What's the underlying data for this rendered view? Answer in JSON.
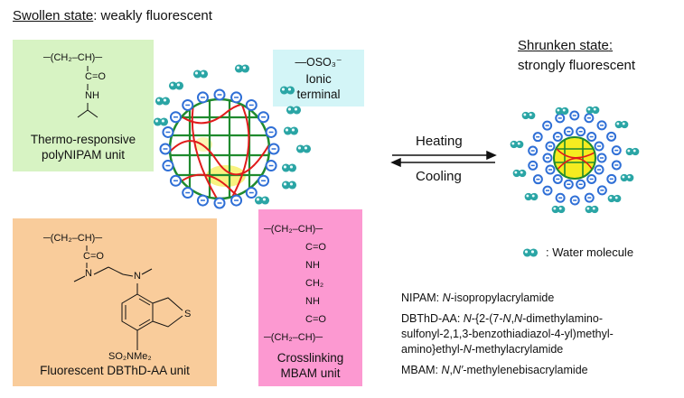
{
  "swollen": {
    "title_underlined": "Swollen state",
    "title_rest": ": weakly fluorescent"
  },
  "shrunken": {
    "title_line1": "Shrunken state",
    "title_colon": ":",
    "title_line2": "strongly fluorescent"
  },
  "nipam_box": {
    "label_line1": "Thermo-responsive",
    "label_line2": "polyNIPAM unit",
    "color": "#d7f3c3",
    "chem": {
      "backbone": "CH₂–CH",
      "carbonyl": "C=O",
      "nh": "NH"
    }
  },
  "ionic_box": {
    "formula": "—OSO₃⁻",
    "label_line1": "Ionic",
    "label_line2": "terminal",
    "color": "#d3f5f7"
  },
  "dbthd_box": {
    "label": "Fluorescent DBThD-AA unit",
    "color": "#f9cc9b",
    "chem": {
      "backbone": "CH₂–CH",
      "carbonyl": "C=O",
      "n": "N",
      "s": "S",
      "sulfonamide": "SO₂NMe₂"
    }
  },
  "mbam_box": {
    "label_line1": "Crosslinking",
    "label_line2": "MBAM unit",
    "color": "#fc99d1",
    "chem": {
      "backbone_top": "CH₂–CH",
      "carbonyl_1": "C=O",
      "nh_1": "NH",
      "ch2": "CH₂",
      "nh_2": "NH",
      "carbonyl_2": "C=O",
      "backbone_bottom": "CH₂–CH"
    }
  },
  "arrows": {
    "heating": "Heating",
    "cooling": "Cooling"
  },
  "legend": {
    "water": ": Water molecule"
  },
  "definitions": {
    "nipam_abbr": "NIPAM: ",
    "nipam_italic": "N",
    "nipam_rest": "-isopropylacrylamide",
    "dbthd_abbr": "DBThD-AA: ",
    "dbthd_line1_italic_a": "N",
    "dbthd_line1_a": "-{2-(7-",
    "dbthd_line1_italic_b": "N",
    "dbthd_line1_b": ",",
    "dbthd_line1_italic_c": "N",
    "dbthd_line1_c": "-dimethylamino-",
    "dbthd_line2": "sulfonyl-2,1,3-benzothiadiazol-4-yl)methyl-",
    "dbthd_line3_a": "amino}ethyl-",
    "dbthd_line3_italic": "N",
    "dbthd_line3_b": "-methylacrylamide",
    "mbam_abbr": "MBAM: ",
    "mbam_italic_a": "N",
    "mbam_comma": ",",
    "mbam_italic_b": "N′",
    "mbam_rest": "-methylenebisacrylamide"
  },
  "colors": {
    "network_green": "#1f8a2e",
    "network_red": "#e01b1b",
    "core_yellow": "#f5ec20",
    "ion_blue": "#2f6fd6",
    "water_teal": "#2aa5a5"
  }
}
